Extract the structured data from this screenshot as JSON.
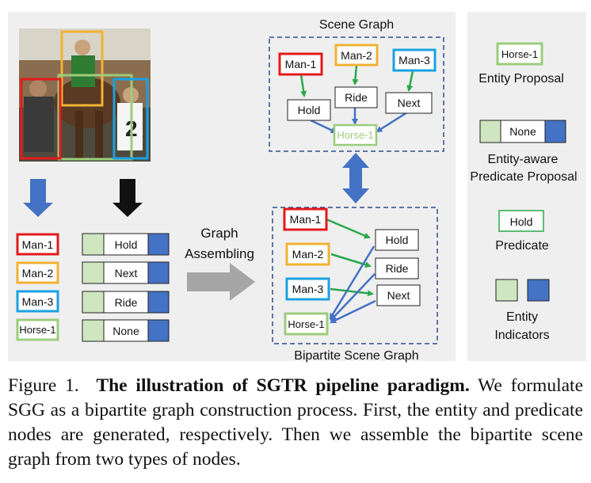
{
  "figure": {
    "scene_graph_title": "Scene Graph",
    "bipartite_title": "Bipartite Scene Graph",
    "graph_assembling": [
      "Graph",
      "Assembling"
    ],
    "scene_graph": {
      "entities": [
        "Man-1",
        "Man-2",
        "Man-3"
      ],
      "predicates": [
        "Hold",
        "Ride",
        "Next"
      ],
      "object": "Horse-1"
    },
    "entity_proposals": [
      "Man-1",
      "Man-2",
      "Man-3",
      "Horse-1"
    ],
    "predicate_proposals": [
      "Hold",
      "Next",
      "Ride",
      "None"
    ],
    "bipartite": {
      "entities": [
        "Man-1",
        "Man-2",
        "Man-3",
        "Horse-1"
      ],
      "predicates": [
        "Hold",
        "Ride",
        "Next"
      ]
    },
    "legend": {
      "entity_proposal_box": "Horse-1",
      "entity_proposal_label": "Entity Proposal",
      "predicate_proposal_box": "None",
      "predicate_proposal_label": [
        "Entity-aware",
        "Predicate Proposal"
      ],
      "predicate_box": "Hold",
      "predicate_label": "Predicate",
      "indicators_label": [
        "Entity",
        "Indicators"
      ]
    },
    "colors": {
      "red": "#e31a1c",
      "yellow": "#f2b233",
      "cyan": "#1ba1e2",
      "light_green": "#9ccc7c",
      "blue": "#4472c4",
      "green_arrow": "#2aa84a",
      "panel": "#efefef"
    }
  },
  "caption": {
    "label": "Figure 1.",
    "bold": "The illustration of SGTR pipeline paradigm.",
    "text": "We formulate SGG as a bipartite graph construction process. First, the entity and predicate nodes are generated, respectively. Then we assemble the bipartite scene graph from two types of nodes."
  }
}
